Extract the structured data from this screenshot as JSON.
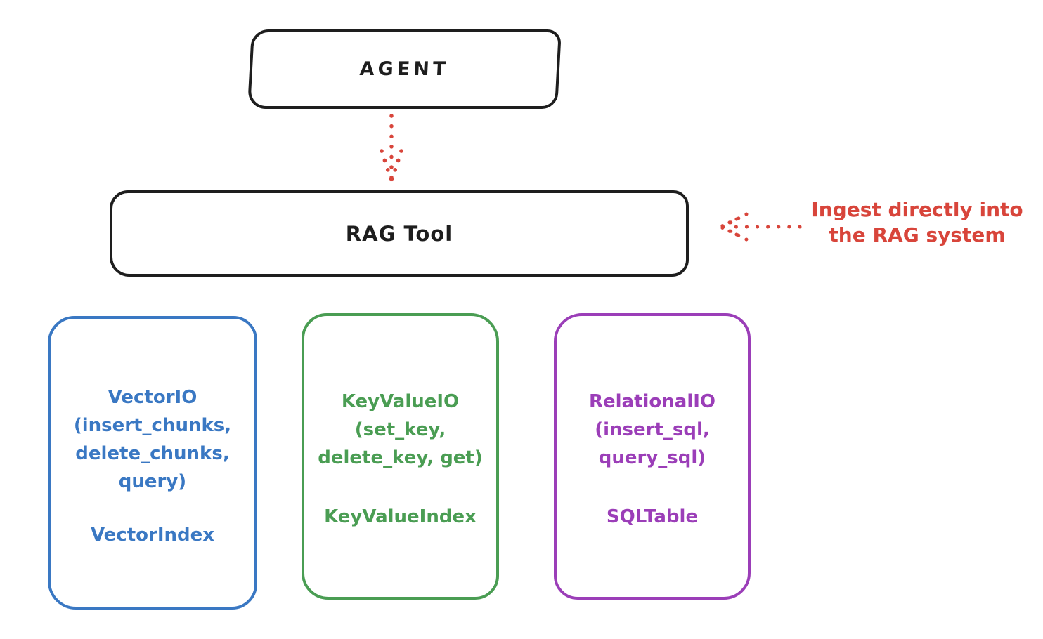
{
  "diagram": {
    "agent_box": {
      "label": "AGENT"
    },
    "rag_tool_box": {
      "label": "RAG Tool"
    },
    "annotation": {
      "line1": "Ingest directly into",
      "line2": "the RAG system",
      "color": "#d8453b"
    },
    "arrows": {
      "agent_to_ragtool": "dotted-arrow-down",
      "annotation_to_ragtool": "dotted-arrow-left",
      "color": "#d8453b"
    },
    "backends": [
      {
        "name": "VectorIO",
        "lines": [
          "VectorIO",
          "(insert_chunks,",
          "delete_chunks,",
          "query)"
        ],
        "index_label": "VectorIndex",
        "color": "#3a78c3"
      },
      {
        "name": "KeyValueIO",
        "lines": [
          "KeyValueIO",
          "(set_key,",
          "delete_key, get)"
        ],
        "index_label": "KeyValueIndex",
        "color": "#4a9d53"
      },
      {
        "name": "RelationalIO",
        "lines": [
          "RelationalIO",
          "(insert_sql,",
          "query_sql)"
        ],
        "index_label": "SQLTable",
        "color": "#9b3eb8"
      }
    ]
  }
}
